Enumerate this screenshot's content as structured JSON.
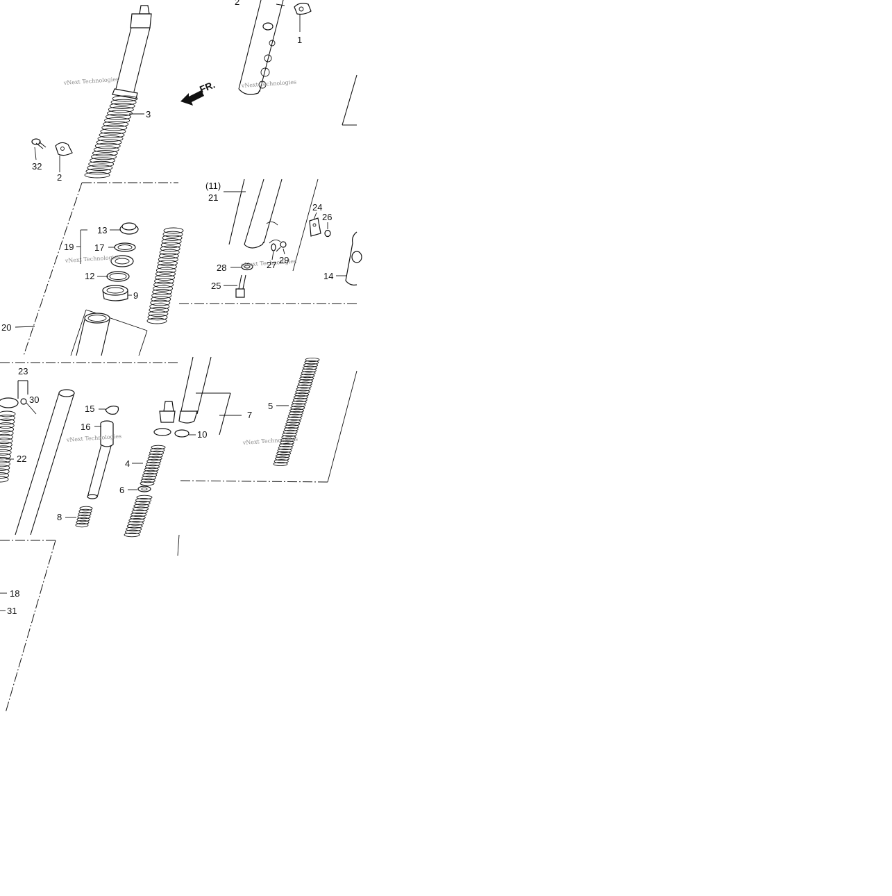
{
  "diagram": {
    "direction_label": "FR.",
    "watermark": "vNext Technologies",
    "callouts": [
      "1",
      "2",
      "3",
      "2",
      "4",
      "5",
      "6",
      "7",
      "8",
      "9",
      "10",
      "(11)",
      "12",
      "13",
      "14",
      "15",
      "16",
      "17",
      "18",
      "19",
      "20",
      "21",
      "22",
      "23",
      "24",
      "25",
      "26",
      "27",
      "28",
      "29",
      "30",
      "31",
      "32"
    ]
  }
}
